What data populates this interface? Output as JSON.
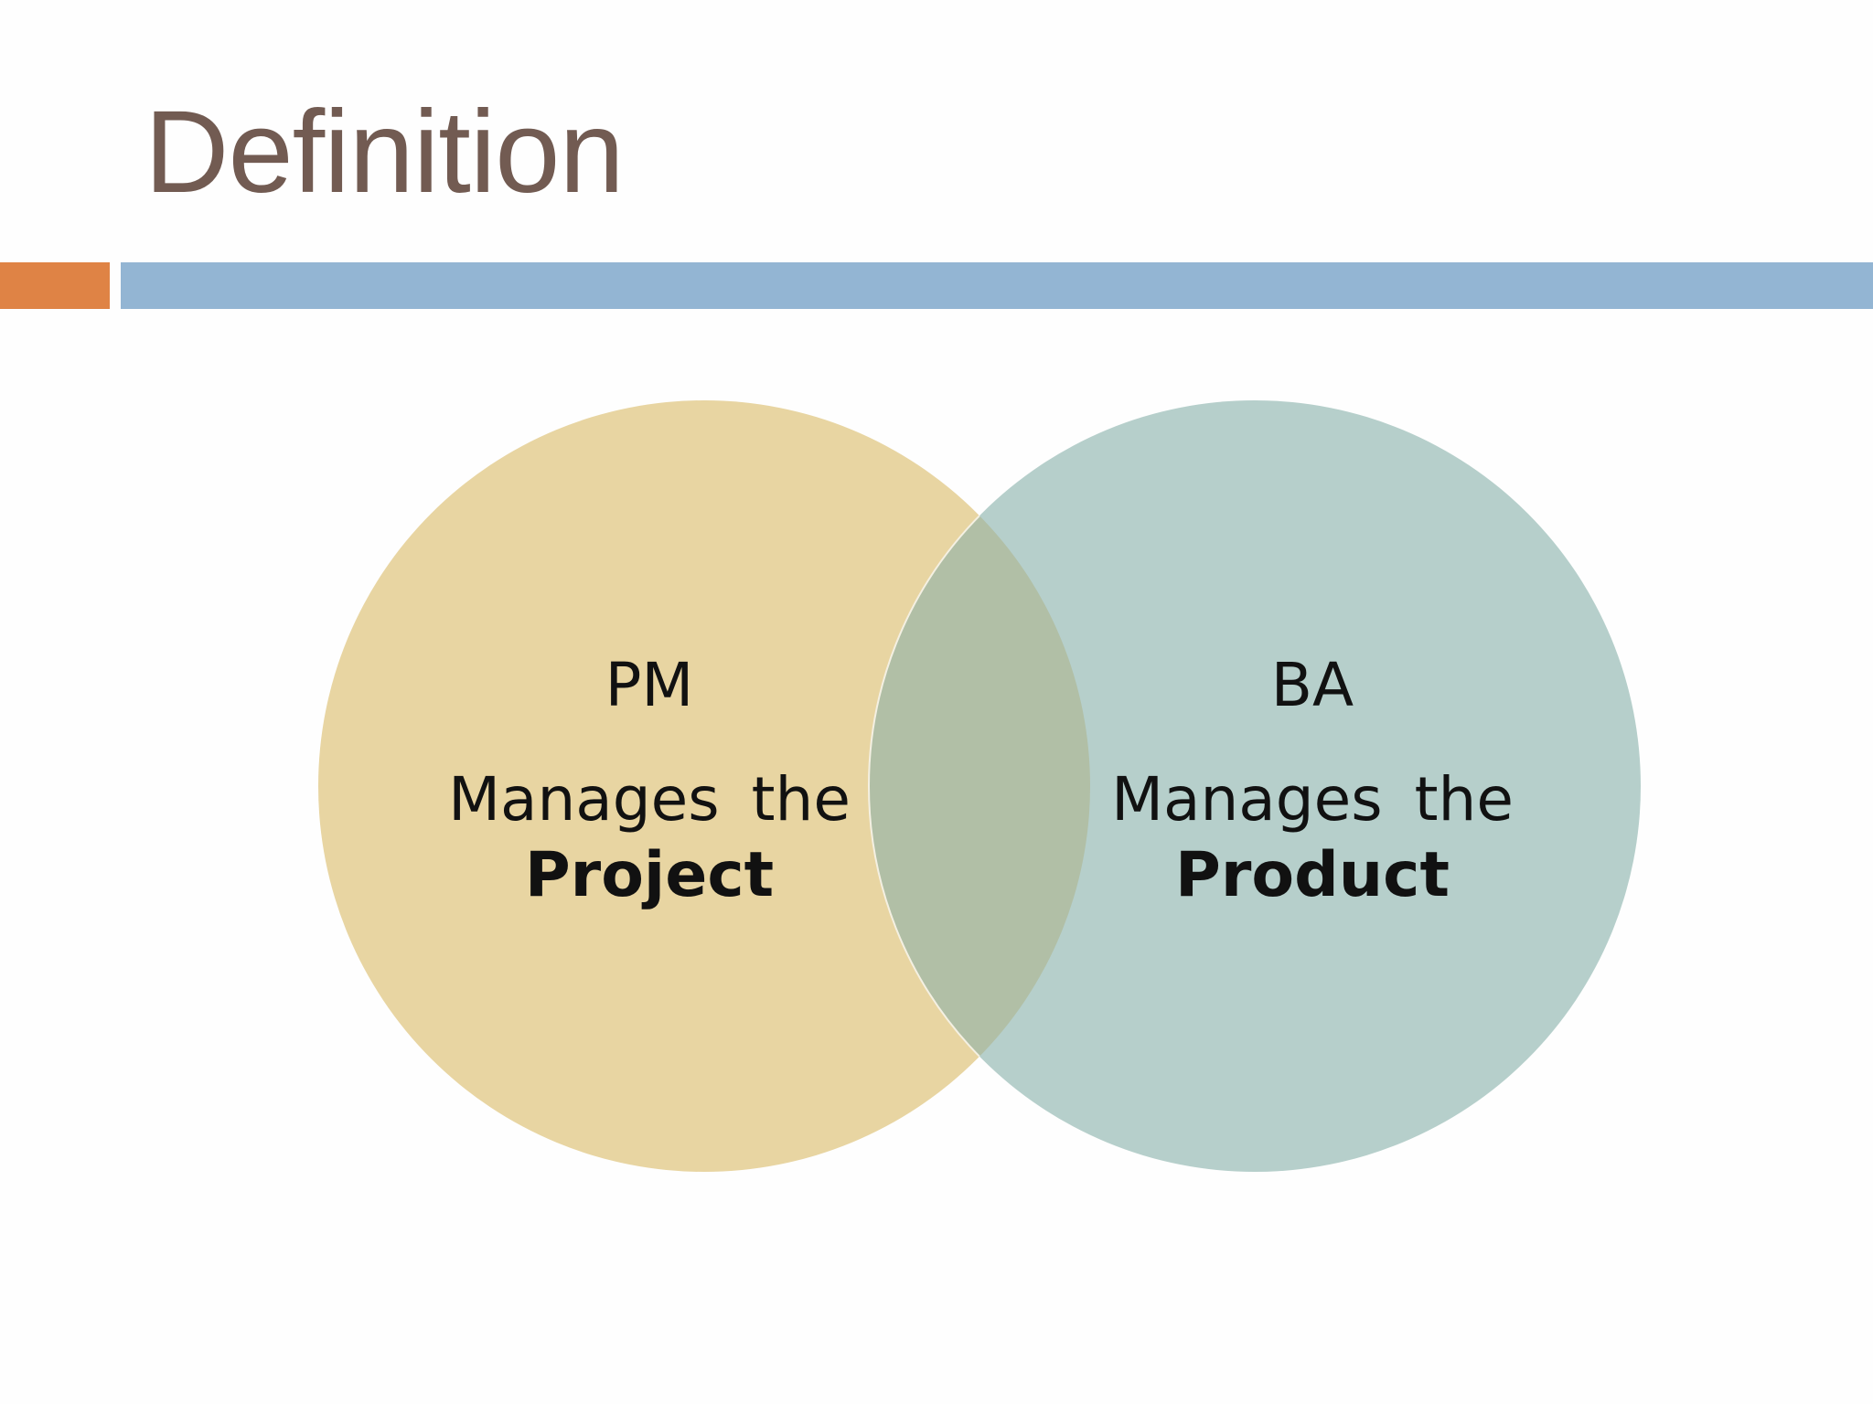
{
  "slide": {
    "title": "Definition",
    "colors": {
      "title": "#725b52",
      "accent_orange": "#df8345",
      "accent_blue": "#93b5d3",
      "circle_left": "#e8d5a2",
      "circle_right": "#b6cfcb",
      "overlap": "#b1bfa6"
    }
  },
  "venn": {
    "left": {
      "abbr": "PM",
      "line1": "Manages the",
      "line2": "Project"
    },
    "right": {
      "abbr": "BA",
      "line1": "Manages the",
      "line2": "Product"
    }
  }
}
